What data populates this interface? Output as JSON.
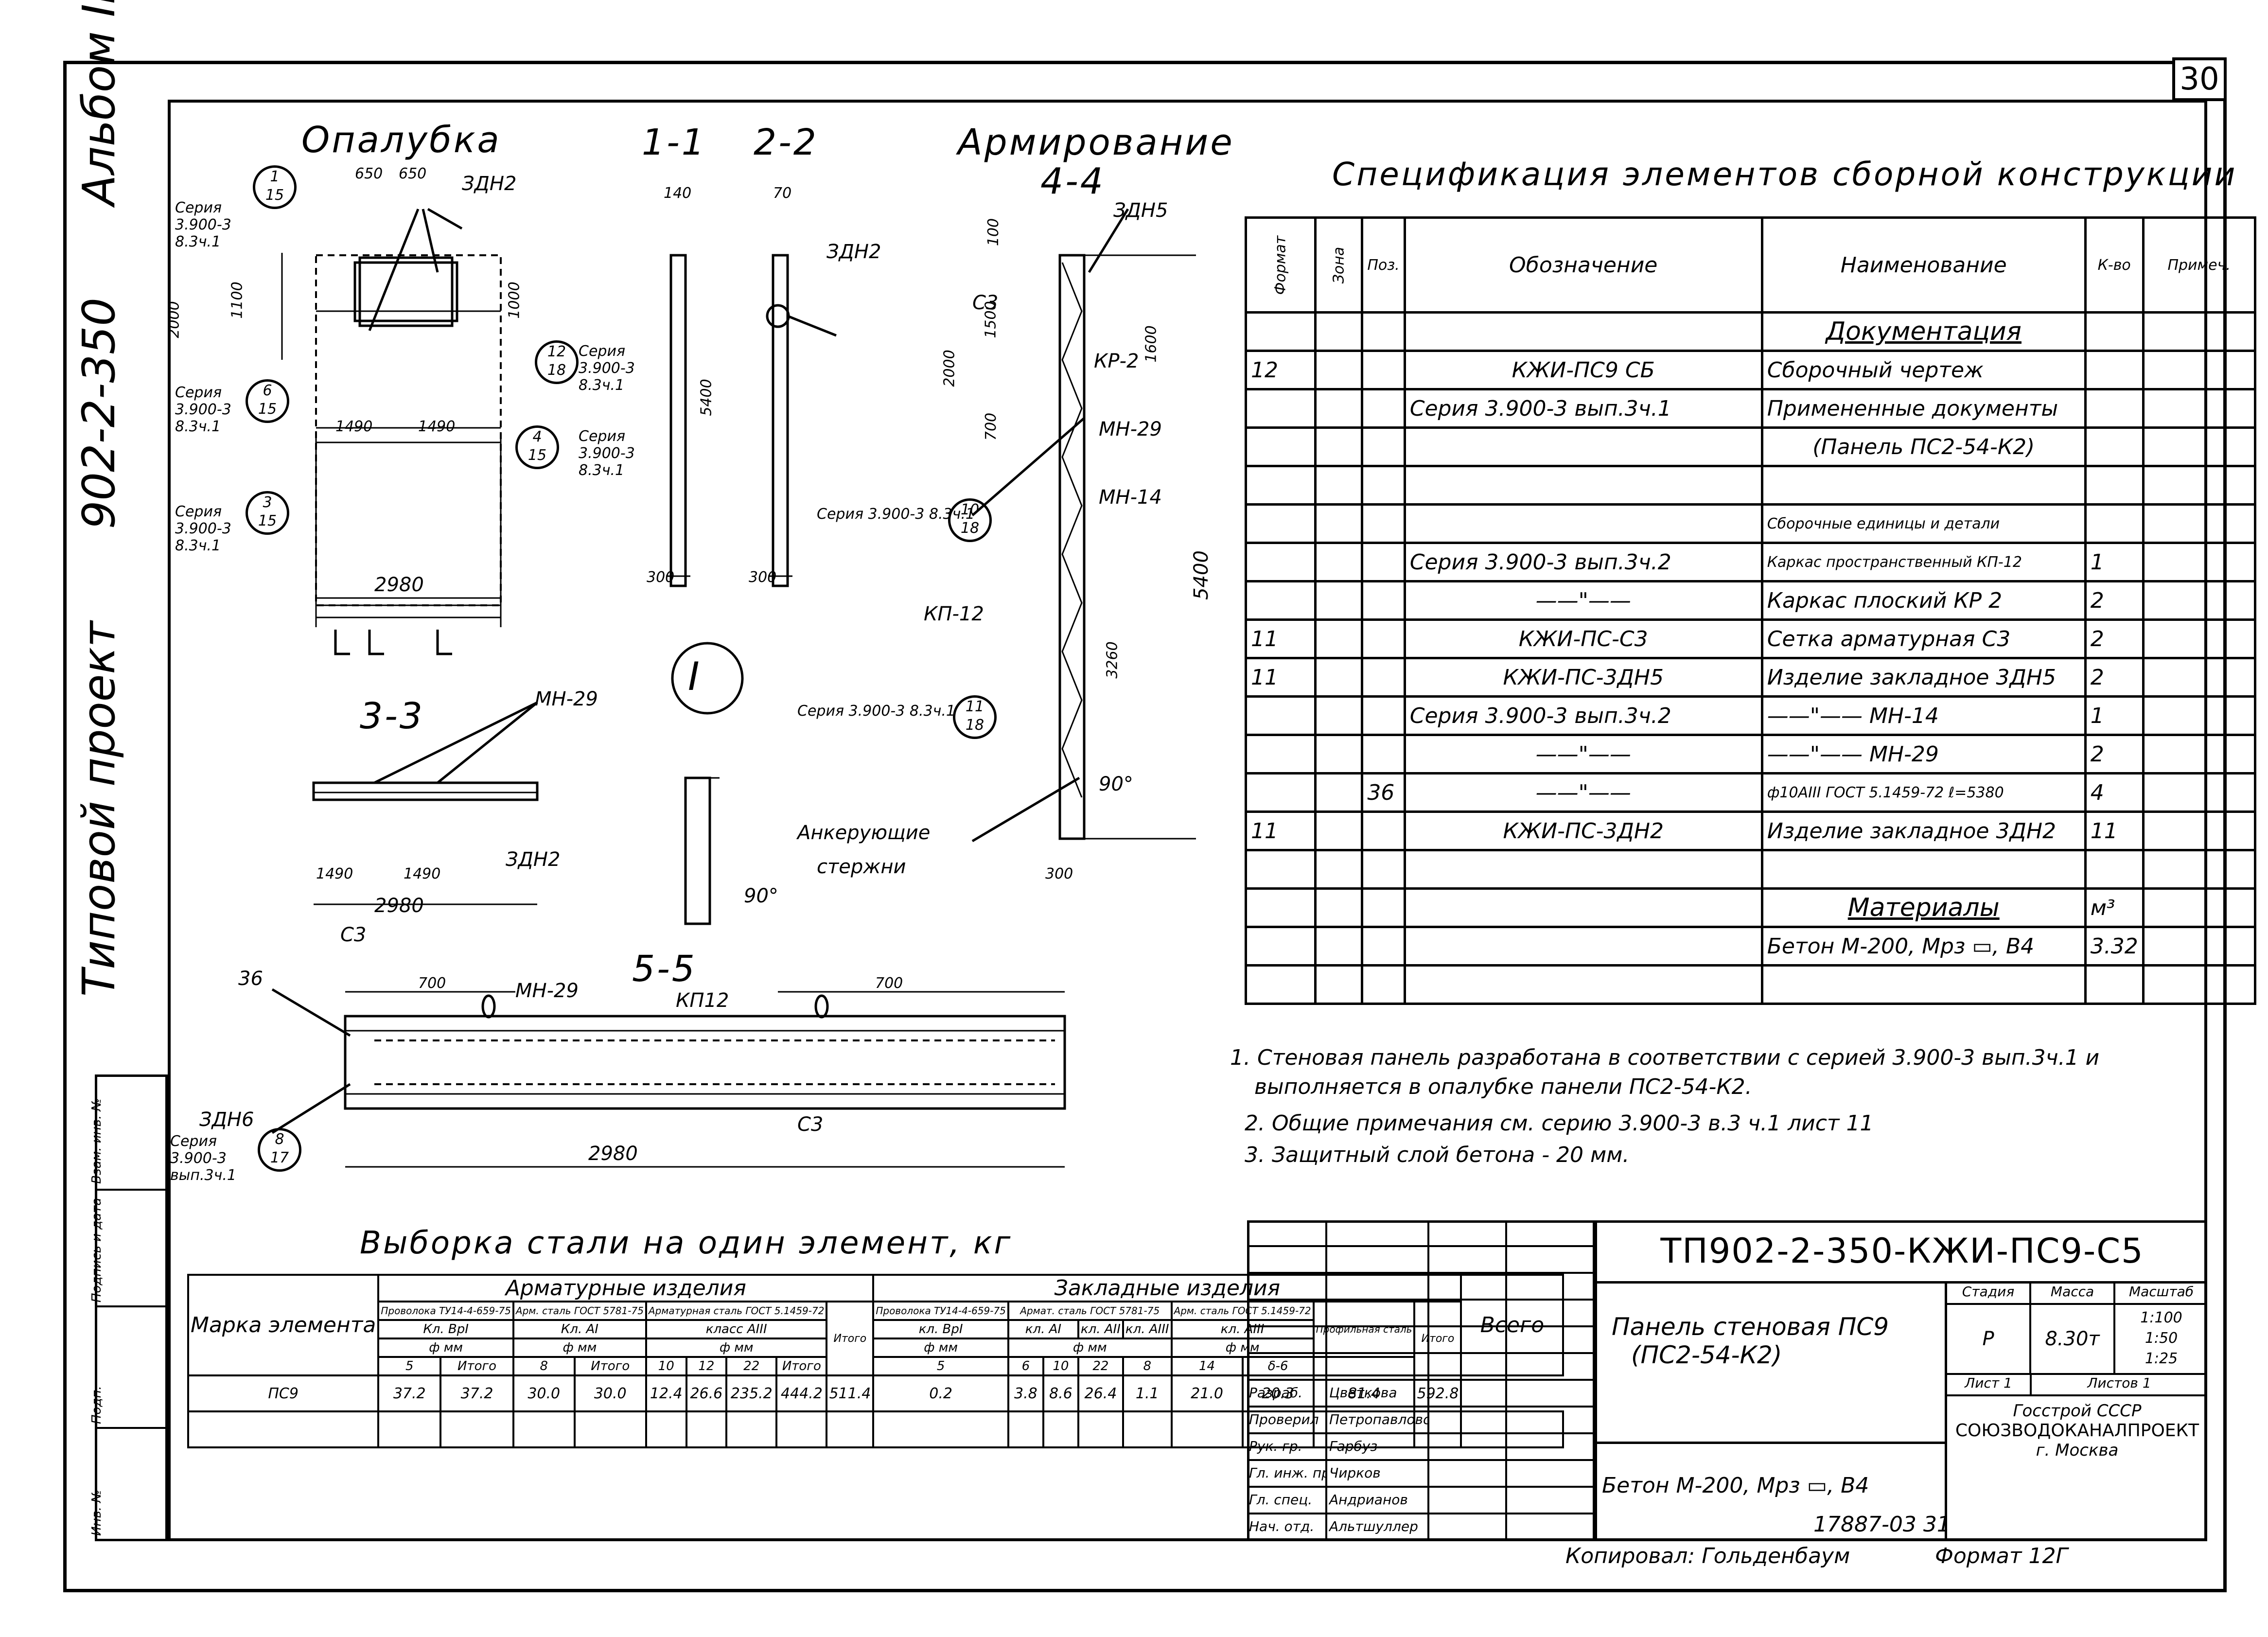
{
  "sheet_number": "30",
  "side_title": {
    "project": "Типовой проект",
    "code": "902-2-350",
    "album": "Альбом III"
  },
  "stamp_strip": [
    "Инв. №",
    "Подп.",
    "Подпись и дата",
    "Взам. инв. №"
  ],
  "drawings": {
    "formwork_title": "Опалубка",
    "section_1": "1-1",
    "section_2": "2-2",
    "reinforcement_title": "Армирование",
    "section_4": "4-4",
    "section_3": "3-3",
    "section_5": "5-5",
    "label_zdn2": "ЗДН2",
    "label_zdn5": "ЗДН5",
    "label_zdn6": "ЗДН6",
    "label_mn29": "МН-29",
    "label_mn14": "МН-14",
    "label_kr2": "КР-2",
    "label_kp12": "КП-12",
    "label_kp12b": "КП12",
    "label_c3": "С3",
    "label_36": "36",
    "label_anchor1": "Анкерующие",
    "label_anchor2": "стержни",
    "label_seria": "Серия",
    "seria_ref1": "3.900-3",
    "seria_ref2": "8.3ч.1",
    "seria_ref3": "вып.3ч.1",
    "angle": "90°",
    "circle_mark": "I",
    "dims": {
      "d650a": "650",
      "d650b": "650",
      "d2000": "2000",
      "d1100": "1100",
      "d1000": "1000",
      "d1490a": "1490",
      "d1490b": "1490",
      "d2980": "2980",
      "d700a": "700",
      "d700b": "700",
      "d5400": "5400",
      "d140": "140",
      "d70": "70",
      "d300": "300",
      "d100": "100",
      "d1500": "1500",
      "d700c": "700",
      "d2000b": "2000",
      "d1600": "1600",
      "d3260": "3260",
      "d5400b": "5400",
      "d300b": "300",
      "d300c": "300"
    },
    "callouts": [
      {
        "num": "1",
        "den": "15"
      },
      {
        "num": "6",
        "den": "15"
      },
      {
        "num": "3",
        "den": "15"
      },
      {
        "num": "12",
        "den": "18"
      },
      {
        "num": "4",
        "den": "15"
      },
      {
        "num": "10",
        "den": "18"
      },
      {
        "num": "11",
        "den": "18"
      },
      {
        "num": "8",
        "den": "17"
      }
    ]
  },
  "spec": {
    "title": "Спецификация элементов сборной конструкции",
    "headers": [
      "Формат",
      "Зона",
      "Поз.",
      "Обозначение",
      "Наименование",
      "К-во",
      "Примеч."
    ],
    "rows": [
      [
        "",
        "",
        "",
        "",
        "Документация",
        "",
        ""
      ],
      [
        "12",
        "",
        "",
        "КЖИ-ПС9 СБ",
        "Сборочный чертеж",
        "",
        ""
      ],
      [
        "",
        "",
        "",
        "Серия 3.900-3 вып.3ч.1",
        "Примененные документы",
        "",
        ""
      ],
      [
        "",
        "",
        "",
        "",
        "(Панель ПС2-54-К2)",
        "",
        ""
      ],
      [
        "",
        "",
        "",
        "",
        "",
        "",
        ""
      ],
      [
        "",
        "",
        "",
        "",
        "Сборочные единицы и детали",
        "",
        ""
      ],
      [
        "",
        "",
        "",
        "Серия 3.900-3 вып.3ч.2",
        "Каркас пространственный КП-12",
        "1",
        ""
      ],
      [
        "",
        "",
        "",
        "——\"——",
        "Каркас плоский КР 2",
        "2",
        ""
      ],
      [
        "11",
        "",
        "",
        "КЖИ-ПС-С3",
        "Сетка арматурная С3",
        "2",
        ""
      ],
      [
        "11",
        "",
        "",
        "КЖИ-ПС-3ДН5",
        "Изделие закладное 3ДН5",
        "2",
        ""
      ],
      [
        "",
        "",
        "",
        "Серия 3.900-3 вып.3ч.2",
        "——\"——   МН-14",
        "1",
        ""
      ],
      [
        "",
        "",
        "",
        "——\"——",
        "——\"——   МН-29",
        "2",
        ""
      ],
      [
        "",
        "",
        "36",
        "——\"——",
        "ф10AIII ГОСТ 5.1459-72 ℓ=5380",
        "4",
        ""
      ],
      [
        "11",
        "",
        "",
        "КЖИ-ПС-3ДН2",
        "Изделие закладное 3ДН2",
        "11",
        ""
      ],
      [
        "",
        "",
        "",
        "",
        "",
        "",
        ""
      ],
      [
        "",
        "",
        "",
        "",
        "Материалы",
        "м³",
        ""
      ],
      [
        "",
        "",
        "",
        "",
        "Бетон М-200, Мрз ▭, В4",
        "3.32",
        ""
      ],
      [
        "",
        "",
        "",
        "",
        "",
        "",
        ""
      ]
    ]
  },
  "notes": [
    "1. Стеновая панель разработана в соответствии с серией 3.900-3 вып.3ч.1 и",
    "выполняется в опалубке панели ПС2-54-К2.",
    "2. Общие примечания см. серию 3.900-3 в.3 ч.1 лист 11",
    "3. Защитный слой бетона - 20 мм."
  ],
  "steel": {
    "title": "Выборка стали на один элемент, кг",
    "group1": "Арматурные изделия",
    "group2": "Закладные изделия",
    "mark_header": "Марка элемента",
    "total_header": "Всего",
    "sub_headers": [
      "Проволока ТУ14-4-659-75",
      "Арм. сталь ГОСТ 5781-75",
      "Арматурная сталь ГОСТ 5.1459-72",
      "Итого",
      "Проволока ТУ14-4-659-75",
      "Армат. сталь ГОСТ 5781-75",
      "Арм. сталь ГОСТ 5.1459-72",
      "Профильная сталь",
      "Итого"
    ],
    "class_row": [
      "Кл. ВрI",
      "Кл. АI",
      "класс АIII",
      "кл. ВрI",
      "кл. АI",
      "кл. АII",
      "кл. АIII",
      "кл. АIII"
    ],
    "dia_row": [
      "ф мм",
      "ф мм",
      "ф мм",
      "ф мм",
      "ф мм",
      "ф мм"
    ],
    "size_row": [
      "5",
      "Итого",
      "8",
      "Итого",
      "10",
      "12",
      "22",
      "Итого",
      "5",
      "6",
      "10",
      "22",
      "8",
      "14",
      "δ-6"
    ],
    "element": "ПС9",
    "values": [
      "37.2",
      "37.2",
      "30.0",
      "30.0",
      "12.4",
      "26.6",
      "235.2",
      "444.2",
      "511.4",
      "0.2",
      "3.8",
      "8.6",
      "26.4",
      "1.1",
      "21.0",
      "20.3",
      "81.4",
      "592.8"
    ]
  },
  "title_block": {
    "code": "ТП902-2-350-КЖИ-ПС9-С5",
    "name_line1": "Панель стеновая ПС9",
    "name_line2": "(ПС2-54-К2)",
    "material": "Бетон М-200, Мрз ▭, В4",
    "stage_h": "Стадия",
    "mass_h": "Масса",
    "scale_h": "Масштаб",
    "stage": "Р",
    "mass": "8.30т",
    "scale1": "1:100",
    "scale2": "1:50",
    "scale3": "1:25",
    "sheet": "Лист 1",
    "sheets": "Листов 1",
    "org1": "Госстрой СССР",
    "org2": "СОЮЗВОДОКАНАЛПРОЕКТ",
    "org3": "г. Москва",
    "people": [
      [
        "Разраб.",
        "Цветкова"
      ],
      [
        "Проверил",
        "Петропавловская"
      ],
      [
        "Рук. гр.",
        "Гарбуз"
      ],
      [
        "Гл. инж. пр.",
        "Чирков"
      ],
      [
        "Гл. спец.",
        "Андрианов"
      ],
      [
        "Нач. отд.",
        "Альтшуллер"
      ]
    ]
  },
  "footer": {
    "inv": "17887-03 31",
    "copied": "Копировал: Гольденбаум",
    "format": "Формат 12Г"
  }
}
